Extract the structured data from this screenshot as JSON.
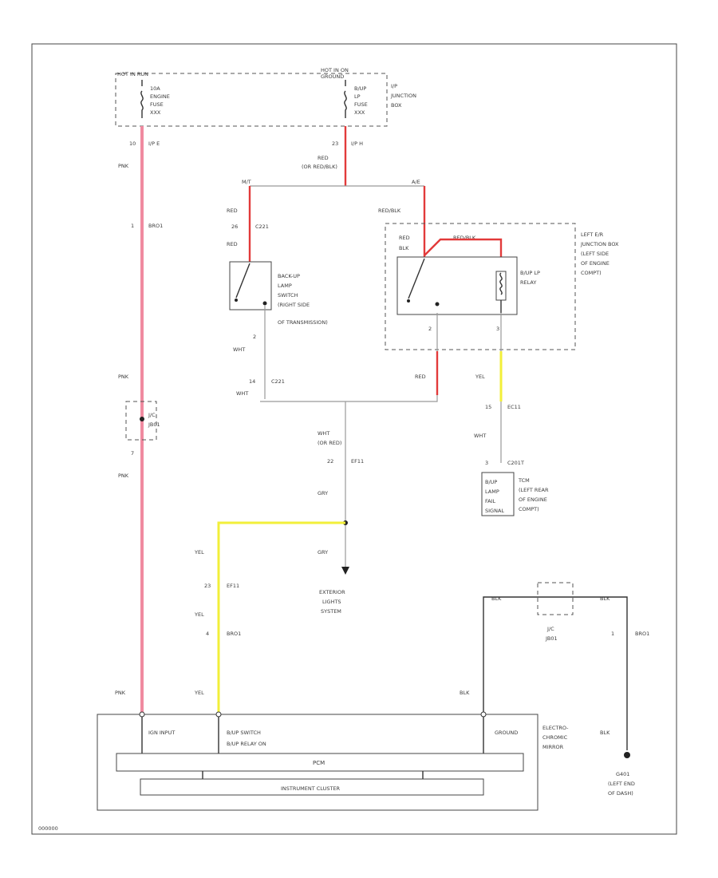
{
  "fuse_box_left": {
    "top": "HOT IN RUN",
    "lines": [
      "10A",
      "ENGINE",
      "FUSE",
      "XXX"
    ]
  },
  "fuse_box_right": {
    "top": "HOT IN ON",
    "top2": "GROUND",
    "lines": [
      "B/UP",
      "LP",
      "FUSE",
      "XXX"
    ],
    "name": [
      "I/P",
      "JUNCTION",
      "BOX"
    ]
  },
  "pin_left_top": {
    "num": "10",
    "conn": "I/P E"
  },
  "pin_right_top": {
    "num": "23",
    "conn": "I/P H"
  },
  "wire_pnk_1": "PNK",
  "wire_red_or": {
    "color": "RED",
    "alt": "(OR RED/BLK)"
  },
  "splice_left": "M/T",
  "splice_right": "A/E",
  "splice_c_left": {
    "num": "1",
    "conn": "BRO1"
  },
  "wire_red_1": "RED",
  "pin_c221_a": {
    "num": "26",
    "conn": "C221"
  },
  "wire_red_2": "RED",
  "wire_redblk": "RED/BLK",
  "wire_red_3": "RED",
  "wire_blk": "BLK",
  "wire_redblk_2": "RED/BLK",
  "backup_switch": [
    "BACK-UP",
    "LAMP",
    "SWITCH",
    "(RIGHT SIDE",
    "OF TRANSMISSION)"
  ],
  "relay_box": [
    "LEFT E/R",
    "JUNCTION BOX",
    "(LEFT SIDE",
    "OF ENGINE",
    "COMPT)"
  ],
  "relay_label": [
    "B/UP LP",
    "RELAY"
  ],
  "pin_sw": "2",
  "pin_relay_a": "2",
  "pin_relay_b": "3",
  "wire_wht_1": "WHT",
  "wire_red_4": "RED",
  "wire_yel_1": "YEL",
  "pin_c221_b": {
    "num": "14",
    "conn": "C221"
  },
  "wire_wht_2": "WHT",
  "wire_pnk_2": "PNK",
  "conn_jc_1": [
    "J/C",
    "JB01"
  ],
  "pin_pnk_3": "7",
  "wire_pnk_3": "PNK",
  "wire_wht_or": {
    "color": "WHT",
    "alt": "(OR RED)"
  },
  "pin_ef11_a": {
    "num": "22",
    "conn": "EF11"
  },
  "pin_ec11": {
    "num": "15",
    "conn": "EC11"
  },
  "wire_wht_3": "WHT",
  "conn_c201": {
    "num": "3",
    "conn": "C201T"
  },
  "tcm_box": [
    "B/UP",
    "LAMP",
    "FAIL",
    "SIGNAL"
  ],
  "tcm_label": [
    "TCM",
    "(LEFT REAR",
    "OF ENGINE",
    "COMPT)"
  ],
  "wire_gry_1": "GRY",
  "wire_yel_2": "YEL",
  "wire_gry_2": "GRY",
  "pin_ef11_b": {
    "num": "23",
    "conn": "EF11"
  },
  "wire_yel_3": "YEL",
  "exterior": [
    "EXTERIOR",
    "LIGHTS",
    "SYSTEM"
  ],
  "pin_bro1": {
    "num": "4",
    "conn": "BRO1"
  },
  "wire_blk_2": "BLK",
  "wire_blk_3": "BLK",
  "conn_jc_2": [
    "J/C",
    "JB01"
  ],
  "pin_bro1_r": {
    "num": "1",
    "conn": "BRO1"
  },
  "pecm_top": {
    "pnk": "PNK",
    "yel": "YEL",
    "blk": "BLK"
  },
  "pecm_cells": {
    "ign": "IGN INPUT",
    "bup1": "B/UP SWITCH",
    "bup2": "B/UP RELAY ON",
    "gnd": "GROUND"
  },
  "pecm_bar1": "PCM",
  "pecm_bar2": "INSTRUMENT CLUSTER",
  "ecm_label": [
    "ELECTRO-",
    "CHROMIC",
    "MIRROR"
  ],
  "wire_blk_4": "BLK",
  "ground": [
    "G401",
    "(LEFT END",
    "OF DASH)"
  ],
  "footer_code": "000000"
}
